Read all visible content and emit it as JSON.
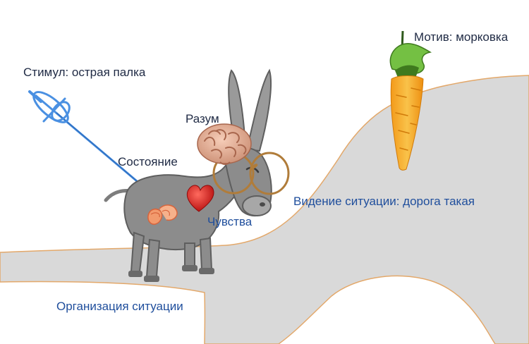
{
  "labels": {
    "motive": "Мотив: морковка",
    "stimulus": "Стимул: острая палка",
    "mind": "Разум",
    "state": "Состояние",
    "vision": "Видение ситуации: дорога такая",
    "feelings": "Чувства",
    "organization": "Организация ситуации"
  },
  "icons": {
    "carrot": "carrot-icon",
    "stick": "sword-icon",
    "brain": "brain-icon",
    "heart": "heart-icon",
    "glasses": "glasses-icon",
    "organs": "organs-icon",
    "donkey": "donkey-illustration"
  },
  "colors": {
    "road": "#d9d9d9",
    "road_edge": "#e3a86a",
    "donkey": "#8c8c8c",
    "carrot": "#f6ae2d",
    "leaves": "#74c043",
    "stick": "#4a90e2",
    "brain": "#e8b199",
    "heart": "#d91e18",
    "glasses": "#b07c3a",
    "label_dark": "#1f2a44",
    "label_blue": "#1f4e9c"
  }
}
